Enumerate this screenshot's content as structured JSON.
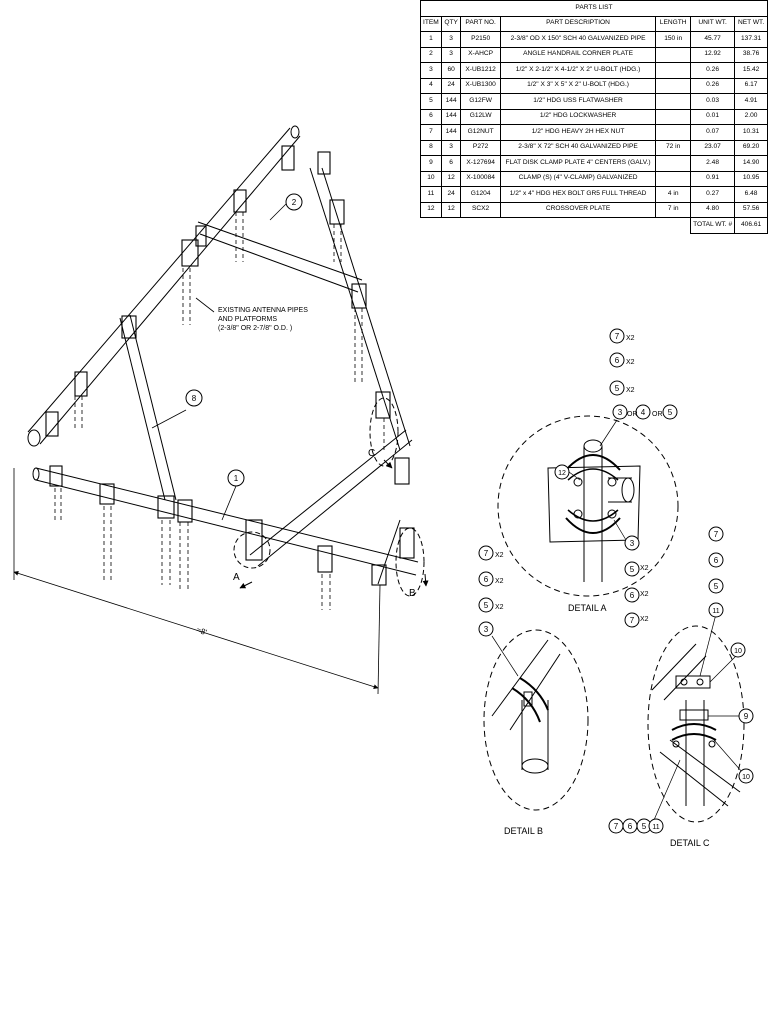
{
  "parts_list": {
    "title": "PARTS LIST",
    "headers": [
      "ITEM",
      "QTY",
      "PART NO.",
      "PART DESCRIPTION",
      "LENGTH",
      "UNIT WT.",
      "NET WT."
    ],
    "rows": [
      [
        "1",
        "3",
        "P2150",
        "2-3/8\" OD X 150\" SCH 40 GALVANIZED PIPE",
        "150 in",
        "45.77",
        "137.31"
      ],
      [
        "2",
        "3",
        "X-AHCP",
        "ANGLE HANDRAIL CORNER PLATE",
        "",
        "12.92",
        "38.76"
      ],
      [
        "3",
        "60",
        "X-UB1212",
        "1/2\" X 2-1/2\" X 4-1/2\" X 2\" U-BOLT (HDG.)",
        "",
        "0.26",
        "15.42"
      ],
      [
        "4",
        "24",
        "X-UB1300",
        "1/2\" X 3\" X 5\" X 2\" U-BOLT (HDG.)",
        "",
        "0.26",
        "6.17"
      ],
      [
        "5",
        "144",
        "G12FW",
        "1/2\" HDG USS FLATWASHER",
        "",
        "0.03",
        "4.91"
      ],
      [
        "6",
        "144",
        "G12LW",
        "1/2\" HDG LOCKWASHER",
        "",
        "0.01",
        "2.00"
      ],
      [
        "7",
        "144",
        "G12NUT",
        "1/2\" HDG HEAVY 2H HEX NUT",
        "",
        "0.07",
        "10.31"
      ],
      [
        "8",
        "3",
        "P272",
        "2-3/8\" X 72\" SCH 40 GALVANIZED PIPE",
        "72 in",
        "23.07",
        "69.20"
      ],
      [
        "9",
        "6",
        "X-127694",
        "FLAT DISK CLAMP PLATE 4\" CENTERS (GALV.)",
        "",
        "2.48",
        "14.90"
      ],
      [
        "10",
        "12",
        "X-100084",
        "CLAMP (S) (4\" V-CLAMP) GALVANIZED",
        "",
        "0.91",
        "10.95"
      ],
      [
        "11",
        "24",
        "G1204",
        "1/2\" x 4\" HDG HEX BOLT GR5 FULL THREAD",
        "4 in",
        "0.27",
        "6.48"
      ],
      [
        "12",
        "12",
        "SCX2",
        "CROSSOVER PLATE",
        "7 in",
        "4.80",
        "57.56"
      ]
    ],
    "total_label": "TOTAL WT. #",
    "total_value": "406.61"
  },
  "main_view": {
    "note_lines": [
      "EXISTING ANTENNA PIPES",
      "AND PLATFORMS",
      "(2-3/8\" OR 2-7/8\" O.D. )"
    ],
    "callout_1": "1",
    "callout_2": "2",
    "callout_8": "8",
    "marker_a": "A",
    "marker_b": "B",
    "marker_c": "C",
    "dimension": "≈8'"
  },
  "detail_a": {
    "title": "DETAIL  A",
    "top_stack": [
      "7",
      "6",
      "5"
    ],
    "top_suffix": "X2",
    "alt_items": [
      "3",
      "4",
      "5"
    ],
    "or_text": "OR",
    "item_12": "12",
    "right_stack": [
      "3",
      "5",
      "6",
      "7"
    ],
    "right_suffix": "X2"
  },
  "detail_b": {
    "title": "DETAIL  B",
    "stack": [
      "7",
      "6",
      "5",
      "3"
    ],
    "suffix": "X2"
  },
  "detail_c": {
    "title": "DETAIL  C",
    "top_stack": [
      "7",
      "6",
      "5",
      "11"
    ],
    "item_10_top": "10",
    "item_9": "9",
    "item_10_bottom": "10",
    "bottom_row": [
      "7",
      "6",
      "5",
      "11"
    ]
  },
  "colors": {
    "line": "#000000",
    "background": "#ffffff"
  }
}
